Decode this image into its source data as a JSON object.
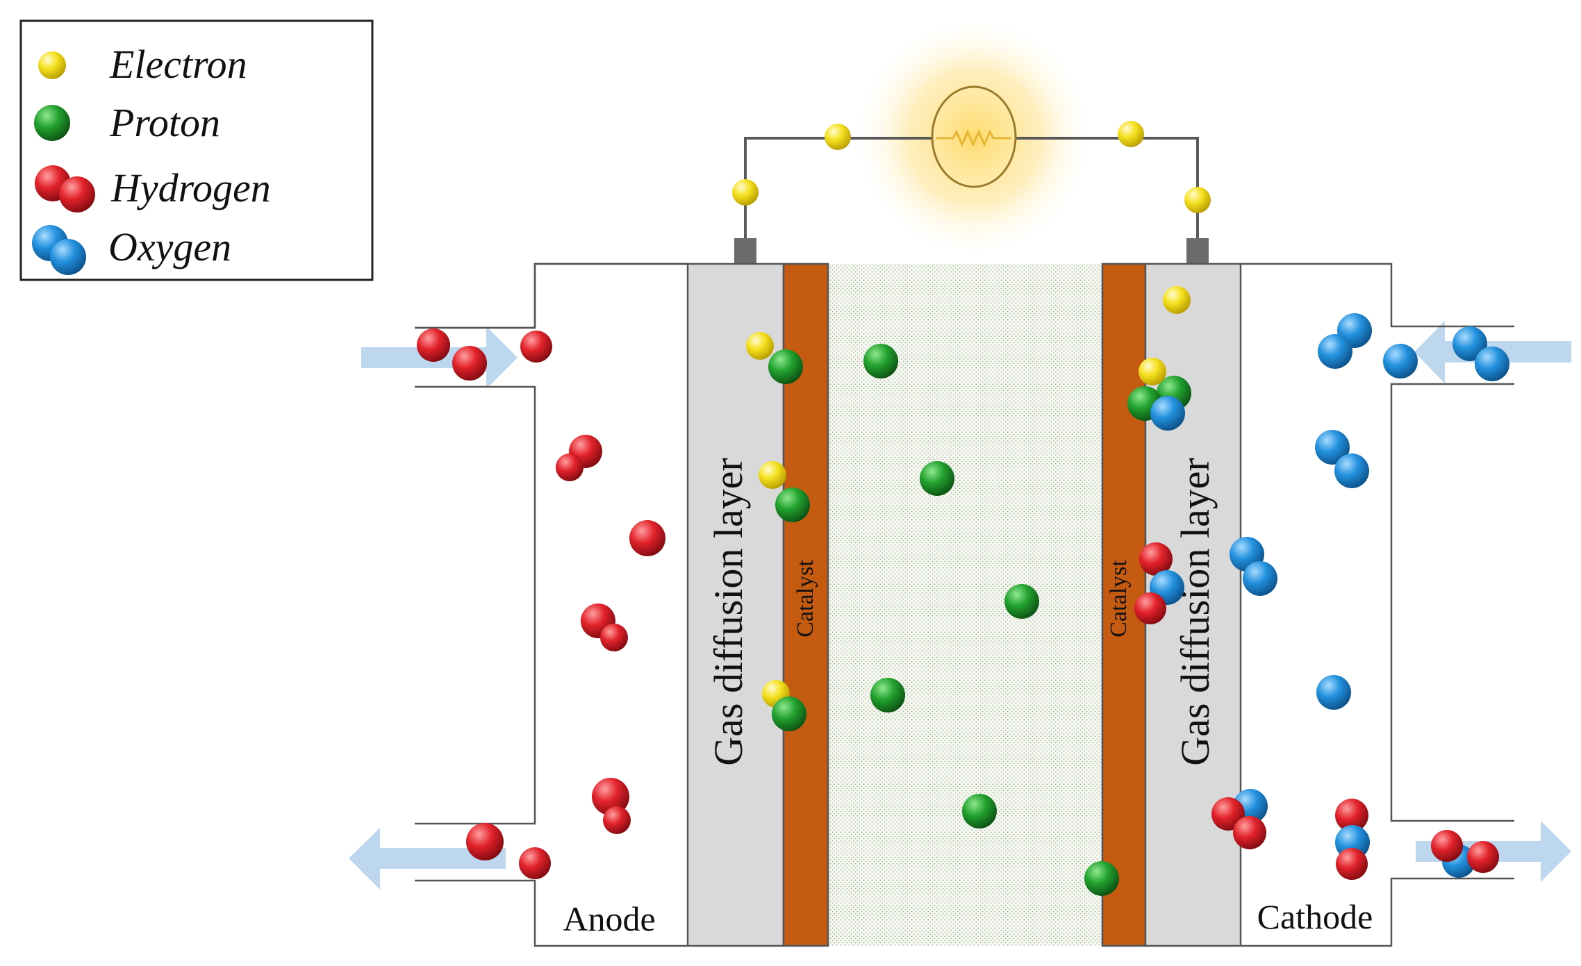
{
  "legend": {
    "items": [
      {
        "label": "Electron",
        "kind": "electron"
      },
      {
        "label": "Proton",
        "kind": "proton"
      },
      {
        "label": "Hydrogen",
        "kind": "hydrogen"
      },
      {
        "label": "Oxygen",
        "kind": "oxygen"
      }
    ]
  },
  "labels": {
    "anode": "Anode",
    "cathode": "Cathode",
    "gdl_left": "Gas diffusion layer",
    "gdl_right": "Gas diffusion layer",
    "catalyst_left": "Catalyst",
    "catalyst_right": "Catalyst"
  },
  "colors": {
    "electron": "#f2dc20",
    "proton": "#1f9a2a",
    "hydrogen": "#e0222a",
    "oxygen": "#1e8fdc",
    "catalyst": "#c55a11",
    "gdl": "#d9d9d9",
    "flow_arrow": "#bdd7ee",
    "lamp_glow": "#ffd966"
  }
}
